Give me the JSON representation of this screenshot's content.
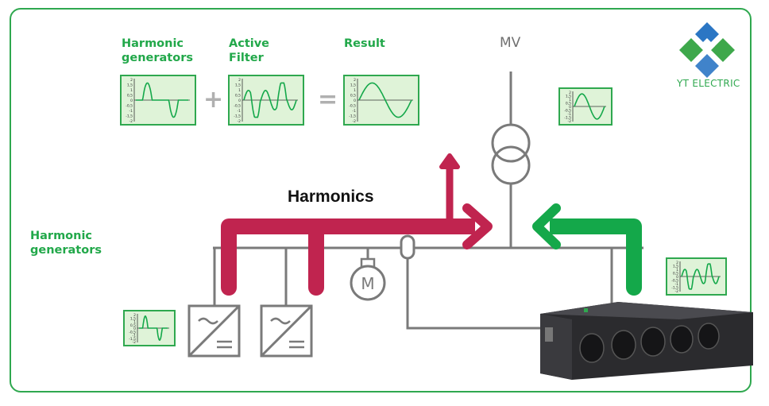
{
  "labels": {
    "top_harmonic_generators": [
      "Harmonic",
      "generators"
    ],
    "active_filter": [
      "Active",
      "Filter"
    ],
    "result": "Result",
    "left_harmonic_generators": [
      "Harmonic",
      "generators"
    ],
    "mv": "MV",
    "harmonics": "Harmonics",
    "motor": "M",
    "brand": "YT ELECTRIC"
  },
  "operators": {
    "plus": "+",
    "equals": "="
  },
  "wave_axis_ticks": [
    "2",
    "1,5",
    "1",
    "0,5",
    "0",
    "-0,5",
    "-1",
    "-1,5",
    "-2"
  ],
  "colors": {
    "harmonic_flow": "#c0244f",
    "compensation_flow": "#14a84a",
    "frame_green": "#2fa84f",
    "wave_bg": "#dff3d8",
    "line_gray": "#7a7a7a"
  },
  "icons": [
    "transformer-icon",
    "motor-icon",
    "vfd-drive-icon",
    "current-sensor-icon",
    "active-filter-unit",
    "yt-electric-logo"
  ]
}
